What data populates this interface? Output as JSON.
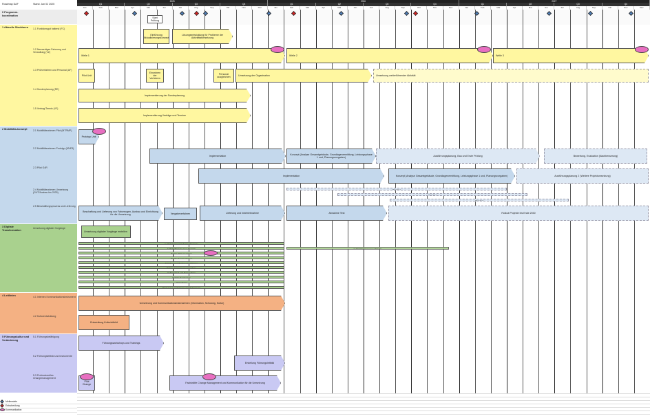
{
  "header": {
    "left_col1": "Roadmap DAF",
    "left_col2": "Stand: Jan 02 2025"
  },
  "timeline": {
    "years": [
      "2025",
      "2026",
      "2027"
    ],
    "quarters": [
      "Q1",
      "Q2",
      "Q3",
      "Q4",
      "Q1",
      "Q2",
      "Q3",
      "Q4",
      "Q1",
      "Q2",
      "Q3",
      "Q4"
    ],
    "months": [
      "Jan",
      "Feb",
      "Mär",
      "Apr",
      "Mai",
      "Jun",
      "Juli",
      "Aug",
      "Sep",
      "Okt",
      "Nov",
      "Dez",
      "Jan",
      "Feb",
      "Mär",
      "Apr",
      "Mai",
      "Jun",
      "Juli",
      "Aug",
      "Sep",
      "Okt",
      "Nov",
      "Dez",
      "Jan",
      "Feb",
      "Mär",
      "Apr",
      "Mai",
      "Jun",
      "Juli",
      "Aug",
      "Sep",
      "Okt",
      "Nov",
      "Dez"
    ]
  },
  "sections": [
    {
      "id": "s0",
      "title": "0  Programm-koordination",
      "color": "#ececec",
      "rows": []
    },
    {
      "id": "s1",
      "title": "1  Aktuelle Strukturen",
      "color": "#fff7a0",
      "rows": [
        "1.1  Funktionsgut haltend (FC)",
        "1.2  Neuwertiges Fahrzeug und Verwaltung (VZ)",
        "1.3  Prüfverfahren und Personal (AF)",
        "1.4  Sonderplanung (RE)",
        "1.5  Vertrag/Termin (VF)"
      ]
    },
    {
      "id": "s2",
      "title": "2  Mobilitäts-konzept",
      "color": "#c4d8ec",
      "rows": [
        "2.1  Mobilitätsrahmen Pilot (MTRMP)",
        "2.2  Mobilitätsrahmen Prototyp (MVE3)",
        "2.3  Pilot G4R",
        "2.4  Mobilitätsrahmen Umsetzung (GUT/Ausbau bis 2030)",
        "2.5  Beschaffungsprozess und Lieferung"
      ]
    },
    {
      "id": "s3",
      "title": "3  Digitale Transformation",
      "color": "#a9d18e",
      "rows": [
        "Umsetzung digitaler Vorgänge"
      ]
    },
    {
      "id": "s4",
      "title": "4  Leitlinien",
      "color": "#f4b183",
      "rows": [
        "4.1  Internes Kommunikationsinstrument",
        "4.2  Kulturentwicklung"
      ]
    },
    {
      "id": "s5",
      "title": "5  Führungskultur und Veränderung",
      "color": "#c9c9f3",
      "rows": [
        "5.1  Führungsbefähigung",
        "5.2  Führungsleitbild und Instrumente",
        "5.3  Professionelles Changemanagement"
      ]
    }
  ],
  "bars": {
    "s0_a": "Start Prüfung",
    "s1_a": "Einführung Aktualisierungskonzept",
    "s1_b": "Lösungsentwicklung für Probleme der Aktivitätsfortsetzung",
    "s1_welle1": "Welle 1",
    "s1_welle2": "Welle 2",
    "s1_welle3": "Welle 3",
    "s1_c": "Pilot Unit",
    "s1_d": "Einordnen der Verfahren",
    "s1_e": "Personal ausgleichen",
    "s1_f": "Umsetzung der Organisation",
    "s1_g": "Umsetzung weiterführender Aktivität",
    "s1_h": "Implementierung der Sonderplanung",
    "s1_i": "Implementierung Verträge und Termine",
    "s2_a": "Prototyp Unit",
    "s2_b": "Implementation",
    "s2_c": "Konzept (Analyse Gesamtgebäude, Grundlagenermittlung, Leistungsphase 1 und, Planungsvorgaben)",
    "s2_d": "Ausführungsplanung, Bau und Erste Prüfung",
    "s2_e": "Bewertung, Evaluation (Nachbesserung)",
    "s2_f": "Implementation",
    "s2_g": "Konzept (Analyse Gesamtgebäude, Grundlagenermittlung, Leistungsphase 1 und, Planungsvorgaben)",
    "s2_h": "Ausführungsplanung 2 (Weitere Projektumsetzung)",
    "s2_p1": "Projekt 1",
    "s2_p2": "Projekt 2",
    "s2_p3": "Projekt 3",
    "s2_i": "Beschaffung und Lieferung von Fahrzeugen, Ausbau und Einrichtung für die Umsetzung",
    "s2_j": "Vergabeverfahren",
    "s2_k": "Lieferung und Inbetriebnahme",
    "s2_l": "Abnahme Test",
    "s2_m": "Rollout Projekte bis Ende 2030",
    "s3_a": "Umsetzung digitaler Vorgänge erstellen",
    "s3_g1": "1. Digitalisierung laufender Prozesse",
    "s3_g2": "2. Digitalisierung neue Projekte",
    "s3_g3": "Digitale Dokumentation",
    "s3_g4": "Digitale Kommunikation",
    "s3_g5": "Entscheidungsfindung digitalisieren",
    "s3_g6": "Datenmanagement und Analyse",
    "s3_g7": "IT-Sicherheit und Datenschutz",
    "s3_g8": "Digitale Kompetenz",
    "s3_g9": "Vernetzung",
    "s3_g10": "Prozessautomatisierung und Optimierung",
    "s3_g11": "Evaluation der Digitalisierung",
    "s3_g12": "Fortlaufende Verbesserung",
    "s4_a": "Umsetzung und Kommunikationsmaßnahmen (Information, Schulung, Kultur)",
    "s4_b": "Entwicklung Kulturleitbild",
    "s5_a": "Führungsworkshops und Trainings",
    "s5_b": "Erstellung Führungsleitbild",
    "s5_c": "Pilot Change",
    "s5_d": "Fachkräfte Change Management und Kommunikation für die Umsetzung"
  },
  "legend": [
    {
      "label": "Meilenstein",
      "color": "#4f81bd"
    },
    {
      "label": "Entscheidung",
      "color": "#e02020"
    },
    {
      "label": "Kommunikation",
      "color": "#e86fc1"
    }
  ],
  "colors": {
    "yellow": "#fff7a0",
    "blue": "#c4d8ec",
    "green": "#a9d18e",
    "orange": "#f4b183",
    "lavender": "#c9c9f3",
    "header": "#222222"
  }
}
